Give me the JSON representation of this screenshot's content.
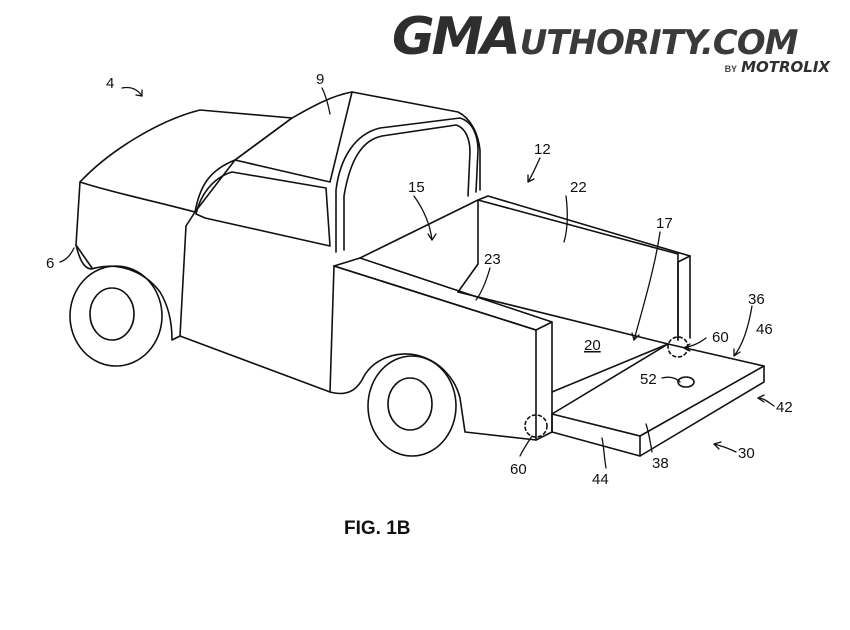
{
  "logo": {
    "main_gm": "GM",
    "main_a": "A",
    "main_rest": "UTHORITY.COM",
    "by": "BY",
    "brand": "MOTROLIX"
  },
  "figure": {
    "caption": "FIG. 1B",
    "refs": {
      "r4": "4",
      "r9": "9",
      "r6": "6",
      "r12": "12",
      "r15": "15",
      "r22": "22",
      "r17": "17",
      "r23": "23",
      "r20": "20",
      "r36": "36",
      "r46": "46",
      "r60_top": "60",
      "r52": "52",
      "r42": "42",
      "r30": "30",
      "r38": "38",
      "r44": "44",
      "r60_bottom": "60"
    }
  }
}
